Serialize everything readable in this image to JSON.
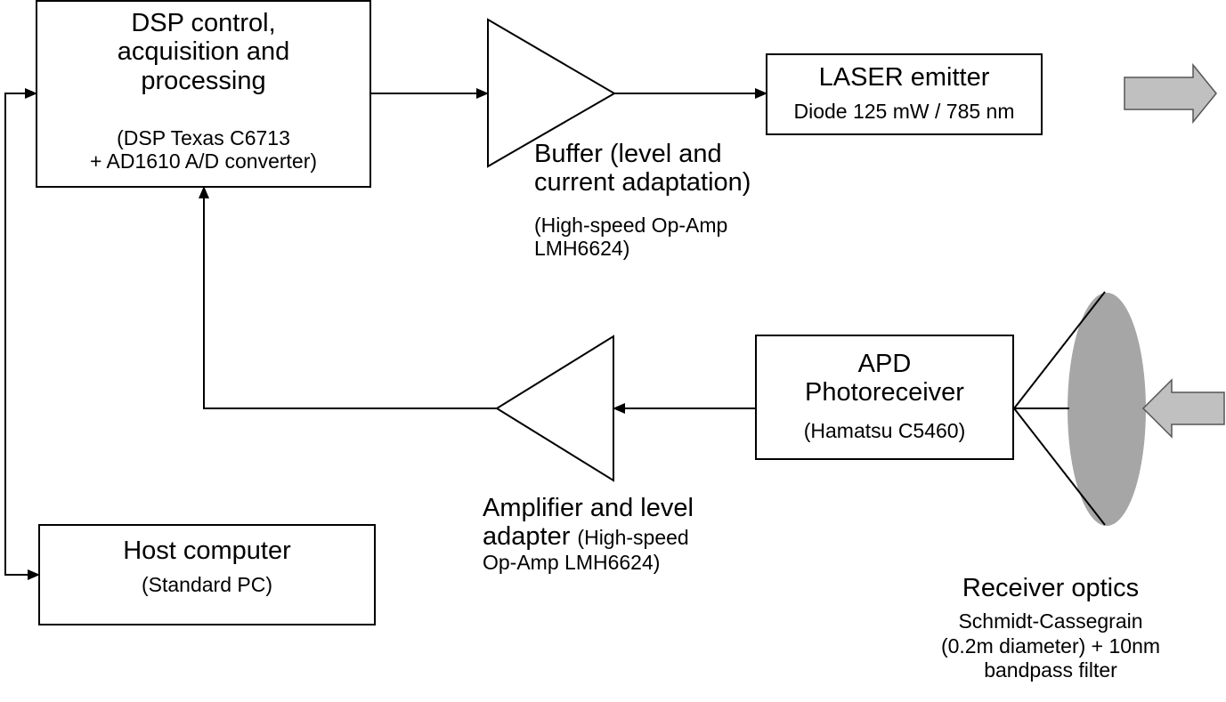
{
  "diagram": {
    "dsp_block": {
      "title_lines": [
        "DSP control,",
        "acquisition and",
        "processing"
      ],
      "detail_lines": [
        "(DSP Texas C6713",
        "+ AD1610 A/D converter)"
      ]
    },
    "buffer": {
      "title_lines": [
        "Buffer (level and",
        "current adaptation)"
      ],
      "detail_lines": [
        "(High-speed Op-Amp",
        "LMH6624)"
      ]
    },
    "laser_block": {
      "title": "LASER emitter",
      "detail": "Diode 125 mW / 785 nm"
    },
    "apd_block": {
      "title_lines": [
        "APD",
        "Photoreceiver"
      ],
      "detail": "(Hamatsu C5460)"
    },
    "amplifier": {
      "line1": "Amplifier and level",
      "line2_main": "adapter",
      "line2_detail": "(High-speed",
      "line3": "Op-Amp LMH6624)"
    },
    "host_block": {
      "title": "Host computer",
      "detail": "(Standard PC)"
    },
    "receiver_optics": {
      "title": "Receiver optics",
      "detail_lines": [
        "Schmidt-Cassegrain",
        "(0.2m diameter) + 10nm",
        "bandpass filter"
      ]
    },
    "colors": {
      "line": "#000000",
      "lens_fill": "#a6a6a6",
      "beam_arrow_fill": "#c0c0c0",
      "beam_arrow_stroke": "#555555"
    }
  }
}
